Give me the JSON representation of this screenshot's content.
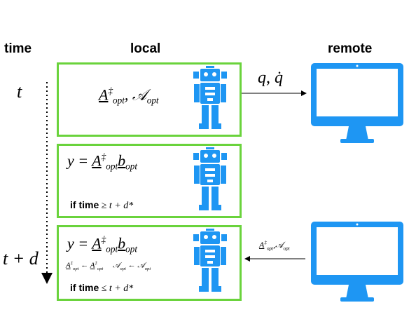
{
  "colors": {
    "box_border": "#6ad33c",
    "icon_blue": "#1e96f3"
  },
  "headers": {
    "time": "time",
    "local": "local",
    "remote": "remote"
  },
  "time_labels": {
    "t": "t",
    "t_plus_d": "t + d"
  },
  "rows": [
    {
      "formula": {
        "A_hat": "A",
        "dagger": "‡",
        "sub": "opt",
        "sep": ",",
        "script_A": "𝒜",
        "script_sub": "opt"
      }
    },
    {
      "formula": {
        "lhs": "y = ",
        "A_hat": "A",
        "dagger": "‡",
        "sub": "opt",
        "b": "b",
        "b_sub": "opt"
      },
      "condition": {
        "label": "if time",
        "op": "≥",
        "expr": "t + d*"
      }
    },
    {
      "formula": {
        "lhs": "y = ",
        "A": "A",
        "dagger": "‡",
        "sub": "opt",
        "b": "b",
        "b_sub": "opt"
      },
      "updates": {
        "u1_lhs": "A",
        "u1_dagger": "‡",
        "u1_sub": "opt",
        "arrow": "←",
        "u1_rhs": "A",
        "u1_rhs_dagger": "‡",
        "u1_rhs_sub": "opt",
        "u2_lhs": "𝒜",
        "u2_sub": "opt",
        "u2_rhs": "𝒜",
        "u2_rhs_sub": "opt"
      },
      "condition": {
        "label": "if time",
        "op": "≤",
        "expr": "t + d*"
      }
    }
  ],
  "arrows": {
    "to_remote": {
      "q": "q",
      "sep": ",",
      "qdot": "q̇"
    },
    "from_remote": {
      "A": "A",
      "dagger": "‡",
      "sub": "opt",
      "sep": ",",
      "script": "𝒜",
      "script_sub": "opt"
    }
  },
  "icons": [
    "robot-icon",
    "robot-icon",
    "robot-icon",
    "monitor-icon",
    "monitor-icon"
  ]
}
